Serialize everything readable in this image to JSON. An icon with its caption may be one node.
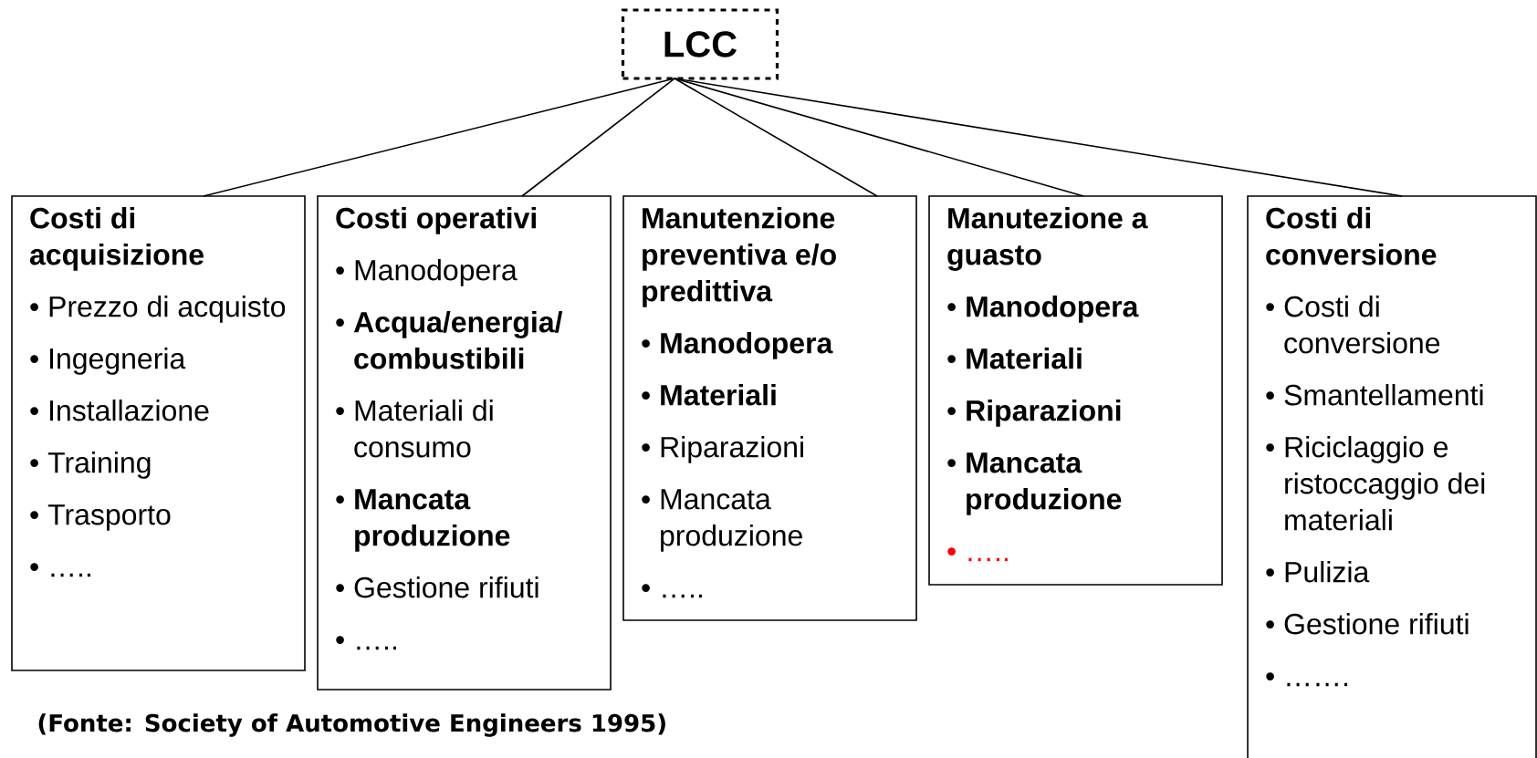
{
  "diagram": {
    "nodes": [
      {
        "text": [
          "LCC"
        ]
      },
      {
        "text": [
          "Costi di acquisizione",
          "• Prezzo di acquisto",
          "• Ingegneria",
          "• Installazione",
          "• Training",
          "• Trasporto",
          "• ….."
        ]
      },
      {
        "text": [
          "Costi operativi",
          "• Manodopera",
          "• **Acqua/energia/ combustibili**",
          "• Materiali di consumo",
          "• **Mancata produzione**",
          "• Gestione rifiuti",
          "• ….."
        ]
      },
      {
        "text": [
          "Manutenzione preventiva e/o predittiva",
          "• **Manodopera**",
          "• **Materiali**",
          "• Riparazioni",
          "• Mancata produzione",
          "• ….."
        ]
      },
      {
        "text": [
          "Manutezione a guasto",
          "• **Manodopera**",
          "• **Materiali**",
          "• **Riparazioni**",
          "• **Mancata produzione**",
          "• ….."
        ]
      },
      {
        "text": [
          "Costi di conversione",
          "• Costi di conversione",
          "• Smantellamenti",
          "• Riciclaggio e ristoccaggio dei materiali",
          "• Pulizia",
          "• Gestione rifiuti",
          "• ……."
        ]
      }
    ],
    "edges": [
      {
        "from": 0,
        "to": 1,
        "arrow": "none"
      },
      {
        "from": 0,
        "to": 2,
        "arrow": "none"
      },
      {
        "from": 0,
        "to": 3,
        "arrow": "none"
      },
      {
        "from": 0,
        "to": 4,
        "arrow": "none"
      },
      {
        "from": 0,
        "to": 5,
        "arrow": "none"
      }
    ],
    "labels": [
      "(Fonte: Society of Automotive Engineers 1995)"
    ]
  }
}
